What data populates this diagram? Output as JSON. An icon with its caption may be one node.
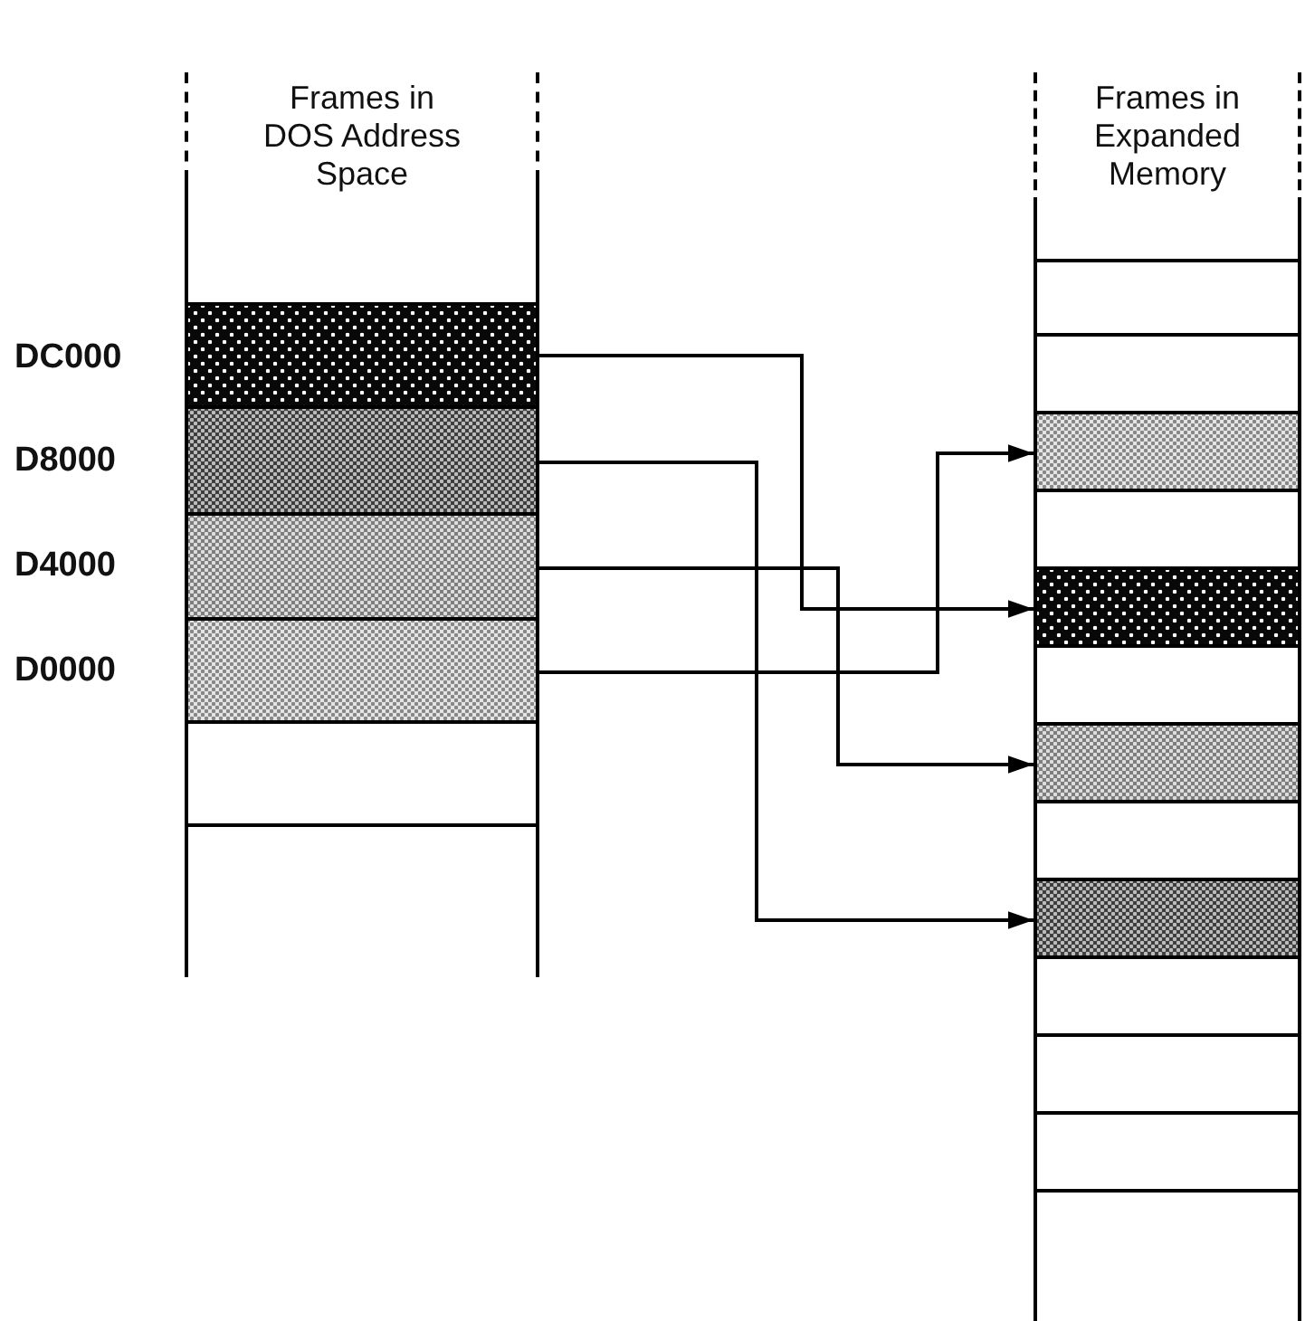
{
  "diagram": {
    "nodes": [
      {
        "text": [
          "Frames in DOS Address Space"
        ]
      },
      {
        "text": [],
        "shape": "box",
        "in": 0,
        "beside": [
          "DC000"
        ]
      },
      {
        "text": [],
        "shape": "box",
        "in": 0,
        "beside": [
          "D8000"
        ]
      },
      {
        "text": [],
        "shape": "box",
        "in": 0,
        "beside": [
          "D4000"
        ]
      },
      {
        "text": [],
        "shape": "box",
        "in": 0,
        "beside": [
          "D0000"
        ]
      },
      {
        "text": [],
        "shape": "box",
        "in": 0
      },
      {
        "text": [
          "Frames in Expanded Memory"
        ]
      },
      {
        "text": [],
        "shape": "box",
        "in": 6
      },
      {
        "text": [],
        "shape": "box",
        "in": 6
      },
      {
        "text": [],
        "shape": "box",
        "in": 6
      },
      {
        "text": [],
        "shape": "box",
        "in": 6
      },
      {
        "text": [],
        "shape": "box",
        "in": 6
      },
      {
        "text": [],
        "shape": "box",
        "in": 6
      },
      {
        "text": [],
        "shape": "box",
        "in": 6
      },
      {
        "text": [],
        "shape": "box",
        "in": 6
      },
      {
        "text": [],
        "shape": "box",
        "in": 6
      },
      {
        "text": [],
        "shape": "box",
        "in": 6
      },
      {
        "text": [],
        "shape": "box",
        "in": 6
      },
      {
        "text": [],
        "shape": "box",
        "in": 6
      }
    ],
    "edges": [
      {
        "from": 1,
        "to": 11,
        "arrow": "to"
      },
      {
        "from": 2,
        "to": 15,
        "arrow": "to"
      },
      {
        "from": 3,
        "to": 13,
        "arrow": "to"
      },
      {
        "from": 4,
        "to": 9,
        "arrow": "to"
      }
    ]
  }
}
